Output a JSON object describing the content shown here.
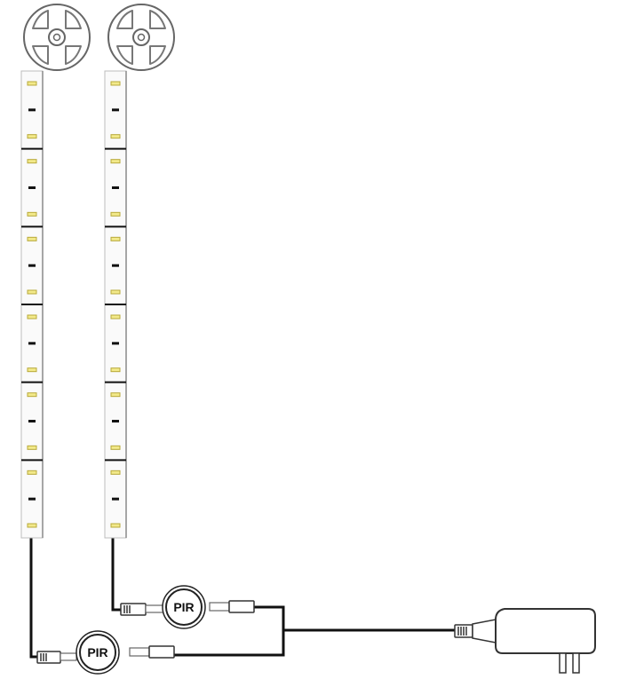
{
  "diagram": {
    "sensors": [
      {
        "label": "PIR"
      },
      {
        "label": "PIR"
      }
    ],
    "components": {
      "reels": 2,
      "strips": 2,
      "strip_segments": 6,
      "motion_sensors": 2,
      "power_adapter": 1
    },
    "colors": {
      "line": "#111111",
      "led_fill": "#f2e98a",
      "led_outline": "#b8a93a",
      "strip_fill": "#fafafa",
      "outline": "#555555"
    }
  }
}
